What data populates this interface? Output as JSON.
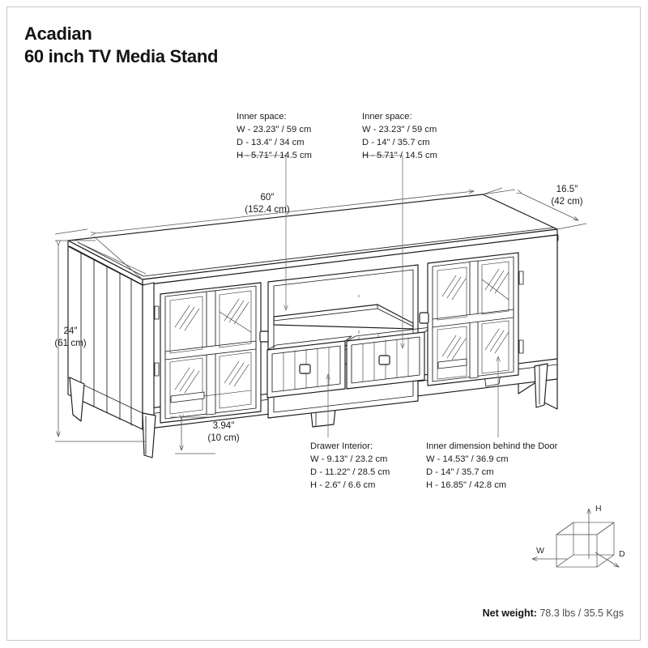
{
  "product": {
    "brand_line": "Acadian",
    "name_line": "60 inch TV Media Stand"
  },
  "overall_dimensions": {
    "width": {
      "label": "60″",
      "metric": "(152.4 cm)"
    },
    "depth": {
      "label": "16.5″",
      "metric": "(42 cm)"
    },
    "height": {
      "label": "24″",
      "metric": "(61 cm)"
    },
    "leg_clearance": {
      "label": "3.94″",
      "metric": "(10 cm)"
    }
  },
  "callouts": {
    "inner_space_left": {
      "heading": "Inner space:",
      "w": "W - 23.23\" / 59 cm",
      "d": "D - 13.4\" / 34 cm",
      "h": "H - 5.71\" / 14.5 cm"
    },
    "inner_space_right": {
      "heading": "Inner space:",
      "w": "W - 23.23\" / 59 cm",
      "d": "D - 14\" / 35.7 cm",
      "h": "H - 5.71\" / 14.5 cm"
    },
    "drawer_interior": {
      "heading": "Drawer Interior:",
      "w": "W - 9.13\" / 23.2 cm",
      "d": "D - 11.22\" / 28.5 cm",
      "h": "H - 2.6\" / 6.6 cm"
    },
    "behind_door": {
      "heading": "Inner dimension behind the Door",
      "w": "W - 14.53\" / 36.9 cm",
      "d": "D - 14\" / 35.7 cm",
      "h": "H - 16.85\" / 42.8 cm"
    }
  },
  "axis_legend": {
    "height_axis": "H",
    "width_axis": "W",
    "depth_axis": "D"
  },
  "footer": {
    "net_weight_label": "Net weight:",
    "net_weight_value": "78.3 lbs / 35.5 Kgs"
  },
  "colors": {
    "line": "#1a1a1a",
    "dimension_line": "#555555",
    "leader_line": "#707070",
    "border": "#c9c9c9",
    "muted_text": "#4c4c4c"
  }
}
